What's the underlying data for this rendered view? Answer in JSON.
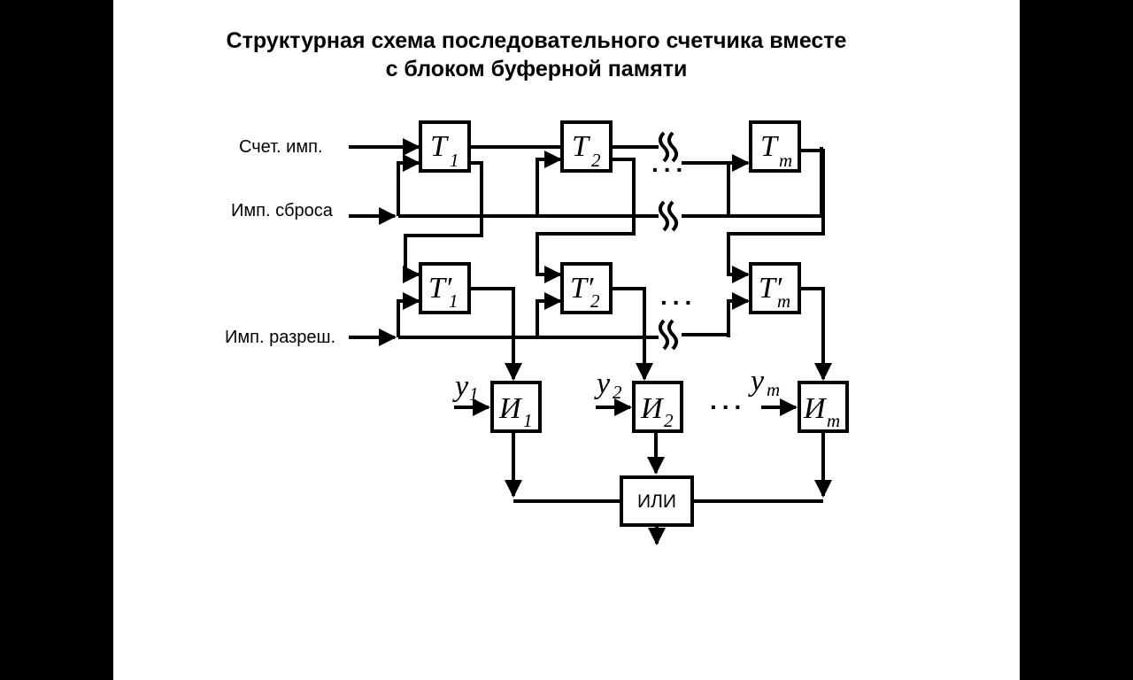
{
  "title": {
    "line1": "Структурная схема последовательного счетчика вместе",
    "line2": "с блоком буферной памяти"
  },
  "inputs": {
    "count": "Счет. имп.",
    "reset": "Имп. сброса",
    "enable": "Имп. разреш."
  },
  "counter_row": [
    {
      "main": "T",
      "sub": "1"
    },
    {
      "main": "T",
      "sub": "2"
    },
    {
      "main": "T",
      "sub": "m"
    }
  ],
  "buffer_row": [
    {
      "main": "T′",
      "sub": "1"
    },
    {
      "main": "T′",
      "sub": "2"
    },
    {
      "main": "T′",
      "sub": "m"
    }
  ],
  "and_row": [
    {
      "main": "И",
      "sub": "1",
      "y_main": "y",
      "y_sub": "1"
    },
    {
      "main": "И",
      "sub": "2",
      "y_main": "y",
      "y_sub": "2"
    },
    {
      "main": "И",
      "sub": "m",
      "y_main": "y",
      "y_sub": "m"
    }
  ],
  "or_block": "ИЛИ",
  "ellipsis": "..."
}
